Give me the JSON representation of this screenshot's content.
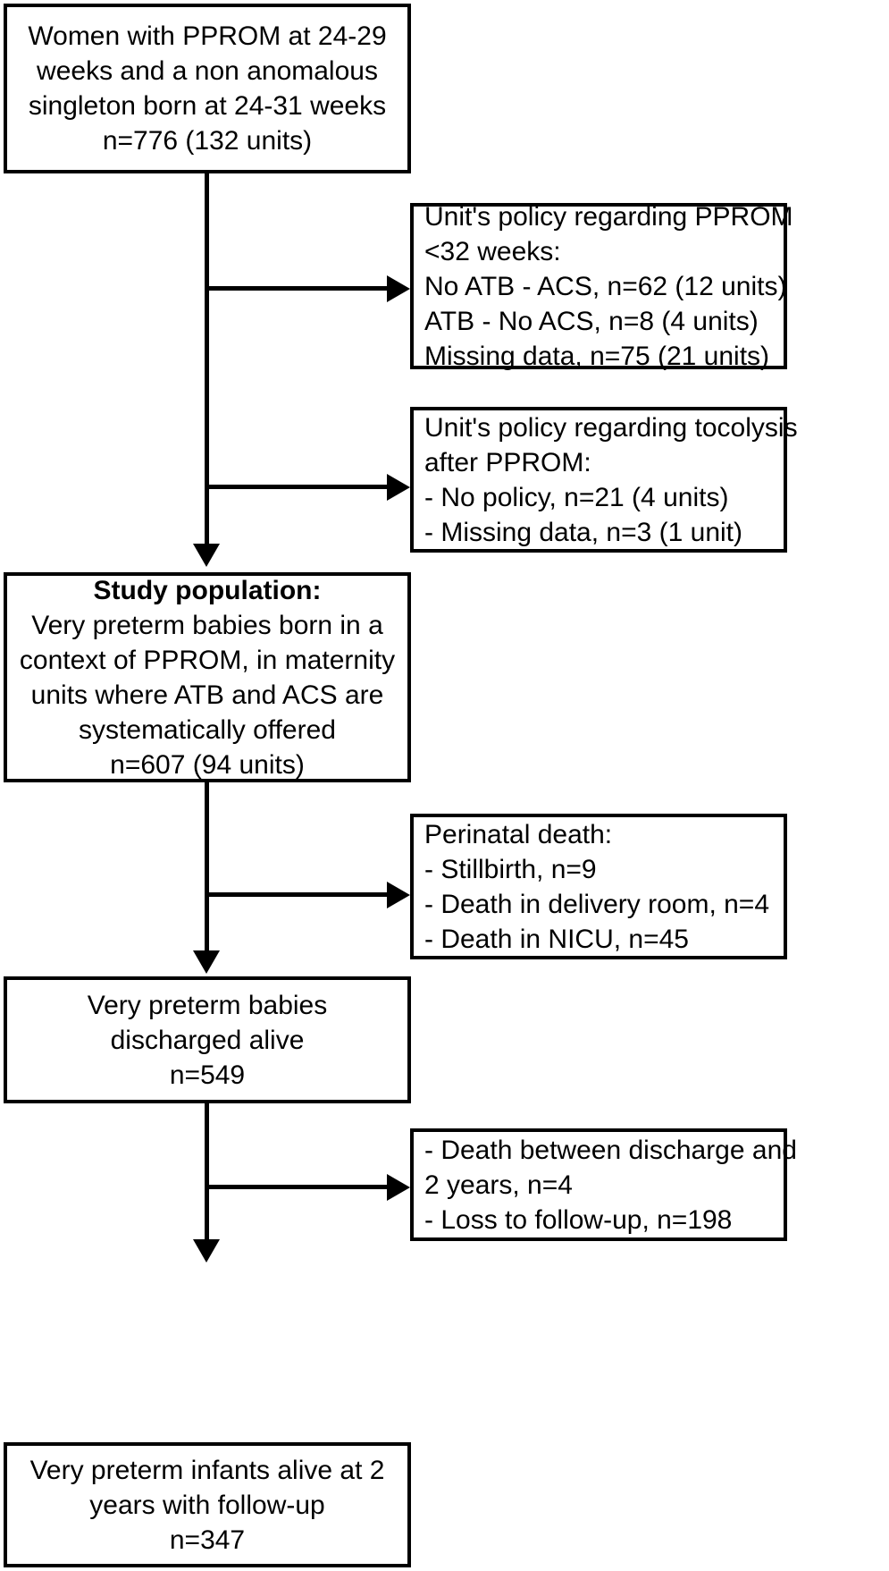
{
  "diagram": {
    "title": "PPROM study flow diagram",
    "colors": {
      "line": "#000000",
      "box_border": "#000000",
      "background": "#ffffff",
      "text": "#000000"
    },
    "nodes": {
      "eligible": {
        "name": "eligible-population-box",
        "lines": [
          "Women with PPROM at 24-29",
          "weeks and a non anomalous",
          "singleton born at 24-31 weeks",
          "n=776 (132 units)"
        ]
      },
      "exclusion_policy_pprom": {
        "name": "exclusion-unit-policy-pprom-box",
        "lines": [
          "Unit's policy regarding PPROM",
          "<32 weeks:",
          "No ATB - ACS, n=62 (12 units)",
          "ATB - No ACS, n=8 (4 units)",
          "Missing data, n=75 (21 units)"
        ]
      },
      "exclusion_policy_tocolysis": {
        "name": "exclusion-unit-policy-tocolysis-box",
        "lines": [
          "Unit's policy regarding tocolysis",
          "after PPROM:",
          "- No policy, n=21 (4 units)",
          "- Missing data, n=3 (1 unit)"
        ]
      },
      "study_population": {
        "name": "study-population-box",
        "heading": "Study population:",
        "lines": [
          "Very preterm babies born in a",
          "context of PPROM, in maternity",
          "units where ATB and ACS are",
          "systematically offered",
          "n=607 (94 units)"
        ]
      },
      "perinatal_death": {
        "name": "perinatal-death-box",
        "lines": [
          "Perinatal death:",
          "- Stillbirth, n=9",
          "- Death in delivery room, n=4",
          "- Death in NICU, n=45"
        ]
      },
      "discharged_alive": {
        "name": "discharged-alive-box",
        "lines": [
          "Very preterm babies",
          "discharged alive",
          "n=549"
        ]
      },
      "loss_followup": {
        "name": "loss-to-followup-box",
        "lines": [
          "- Death between discharge and",
          "2 years, n=4",
          "- Loss to follow-up, n=198"
        ]
      },
      "alive_two_years": {
        "name": "alive-at-two-years-box",
        "lines": [
          "Very preterm infants alive at 2",
          "years with follow-up",
          "n=347"
        ]
      }
    }
  }
}
